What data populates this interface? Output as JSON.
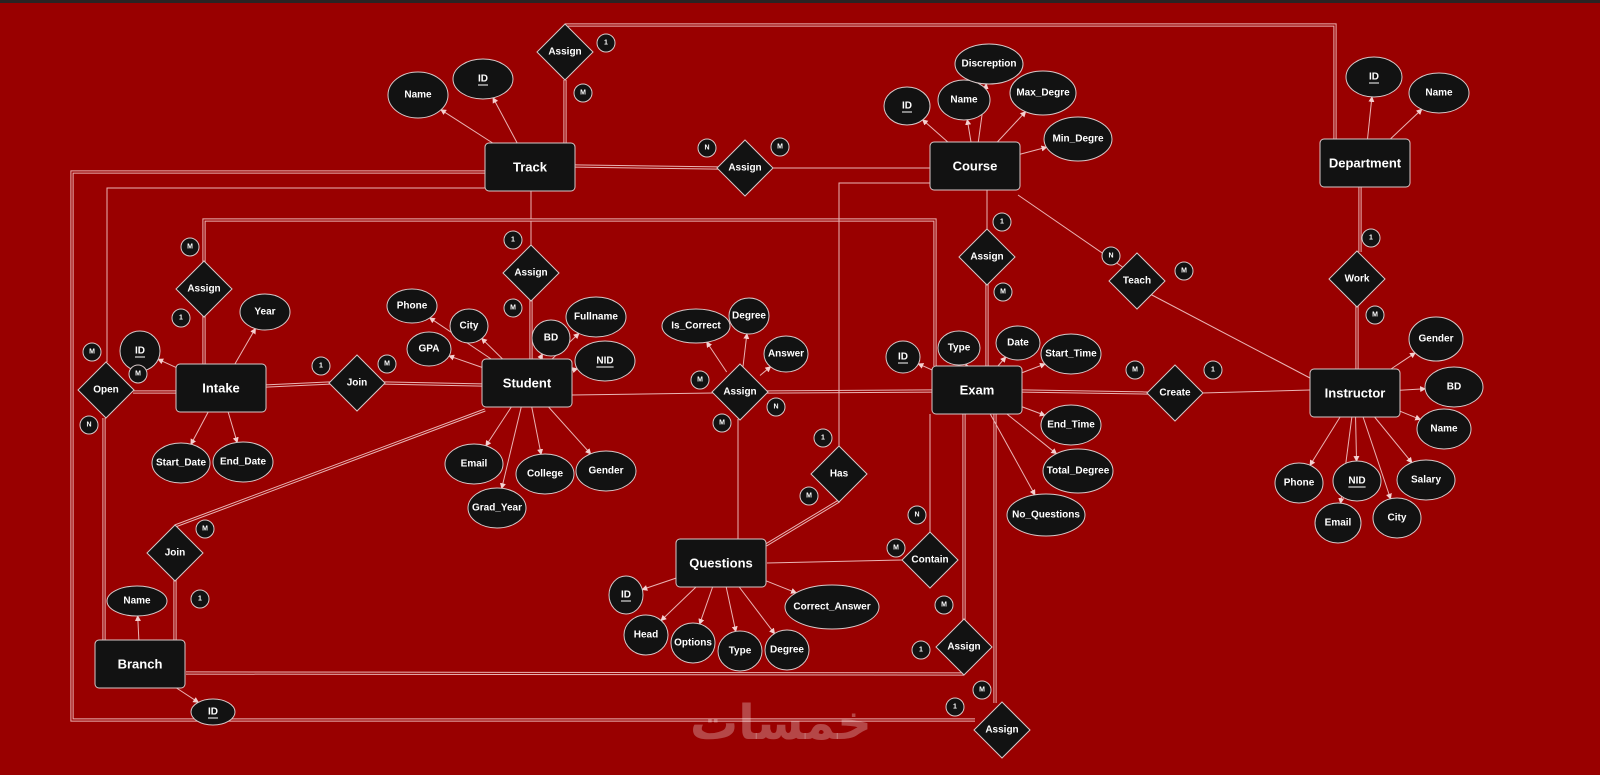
{
  "diagram_title": "",
  "watermark": "خمسات",
  "colors": {
    "background": "#990000",
    "shape_fill": "#121212",
    "line": "#eab4b4"
  },
  "entities": [
    {
      "id": "track",
      "label": "Track"
    },
    {
      "id": "course",
      "label": "Course"
    },
    {
      "id": "department",
      "label": "Department"
    },
    {
      "id": "intake",
      "label": "Intake"
    },
    {
      "id": "student",
      "label": "Student"
    },
    {
      "id": "exam",
      "label": "Exam"
    },
    {
      "id": "instructor",
      "label": "Instructor"
    },
    {
      "id": "questions",
      "label": "Questions"
    },
    {
      "id": "branch",
      "label": "Branch"
    }
  ],
  "relationships": [
    {
      "id": "track_dept",
      "label": "Assign",
      "cards": [
        "1",
        "M"
      ]
    },
    {
      "id": "track_course",
      "label": "Assign",
      "cards": [
        "N",
        "M"
      ]
    },
    {
      "id": "track_student",
      "label": "Assign",
      "cards": [
        "1",
        "M"
      ]
    },
    {
      "id": "intake_exam",
      "label": "Assign",
      "cards": [
        "M",
        "1"
      ]
    },
    {
      "id": "open",
      "label": "Open",
      "cards": [
        "M",
        "M",
        "N"
      ]
    },
    {
      "id": "join_intake",
      "label": "Join",
      "cards": [
        "1",
        "M"
      ]
    },
    {
      "id": "join_branch",
      "label": "Join",
      "cards": [
        "M",
        "1"
      ]
    },
    {
      "id": "student_exam",
      "label": "Assign",
      "cards": [
        "M",
        "N",
        "M"
      ]
    },
    {
      "id": "has",
      "label": "Has",
      "cards": [
        "1",
        "M"
      ]
    },
    {
      "id": "course_exam",
      "label": "Assign",
      "cards": [
        "1",
        "M"
      ]
    },
    {
      "id": "teach",
      "label": "Teach",
      "cards": [
        "N",
        "M"
      ]
    },
    {
      "id": "work",
      "label": "Work",
      "cards": [
        "1",
        "M"
      ]
    },
    {
      "id": "create",
      "label": "Create",
      "cards": [
        "M",
        "1"
      ]
    },
    {
      "id": "contain",
      "label": "Contain",
      "cards": [
        "N",
        "M"
      ]
    },
    {
      "id": "exam_branch",
      "label": "Assign",
      "cards": [
        "M",
        "1"
      ]
    },
    {
      "id": "exam_track",
      "label": "Assign",
      "cards": [
        "M",
        "1"
      ]
    }
  ],
  "attributes": [
    {
      "id": "track_name",
      "owner": "track",
      "label": "Name",
      "key": false
    },
    {
      "id": "track_id",
      "owner": "track",
      "label": "ID",
      "key": true
    },
    {
      "id": "course_id",
      "owner": "course",
      "label": "ID",
      "key": true
    },
    {
      "id": "course_name",
      "owner": "course",
      "label": "Name",
      "key": false
    },
    {
      "id": "course_desc",
      "owner": "course",
      "label": "Discreption",
      "key": false
    },
    {
      "id": "course_max",
      "owner": "course",
      "label": "Max_Degre",
      "key": false
    },
    {
      "id": "course_min",
      "owner": "course",
      "label": "Min_Degre",
      "key": false
    },
    {
      "id": "dept_id",
      "owner": "department",
      "label": "ID",
      "key": true
    },
    {
      "id": "dept_name",
      "owner": "department",
      "label": "Name",
      "key": false
    },
    {
      "id": "intake_id",
      "owner": "intake",
      "label": "ID",
      "key": true
    },
    {
      "id": "intake_year",
      "owner": "intake",
      "label": "Year",
      "key": false
    },
    {
      "id": "intake_start",
      "owner": "intake",
      "label": "Start_Date",
      "key": false
    },
    {
      "id": "intake_end",
      "owner": "intake",
      "label": "End_Date",
      "key": false
    },
    {
      "id": "st_phone",
      "owner": "student",
      "label": "Phone",
      "key": false
    },
    {
      "id": "st_city",
      "owner": "student",
      "label": "City",
      "key": false
    },
    {
      "id": "st_gpa",
      "owner": "student",
      "label": "GPA",
      "key": false
    },
    {
      "id": "st_bd",
      "owner": "student",
      "label": "BD",
      "key": false
    },
    {
      "id": "st_fullname",
      "owner": "student",
      "label": "Fullname",
      "key": false
    },
    {
      "id": "st_nid",
      "owner": "student",
      "label": "NID",
      "key": true
    },
    {
      "id": "st_email",
      "owner": "student",
      "label": "Email",
      "key": false
    },
    {
      "id": "st_grad",
      "owner": "student",
      "label": "Grad_Year",
      "key": false
    },
    {
      "id": "st_college",
      "owner": "student",
      "label": "College",
      "key": false
    },
    {
      "id": "st_gender",
      "owner": "student",
      "label": "Gender",
      "key": false
    },
    {
      "id": "sa_correct",
      "owner": "student_exam",
      "label": "Is_Correct",
      "key": false
    },
    {
      "id": "sa_degree",
      "owner": "student_exam",
      "label": "Degree",
      "key": false
    },
    {
      "id": "sa_answer",
      "owner": "student_exam",
      "label": "Answer",
      "key": false
    },
    {
      "id": "ex_id",
      "owner": "exam",
      "label": "ID",
      "key": true
    },
    {
      "id": "ex_type",
      "owner": "exam",
      "label": "Type",
      "key": false
    },
    {
      "id": "ex_date",
      "owner": "exam",
      "label": "Date",
      "key": false
    },
    {
      "id": "ex_start",
      "owner": "exam",
      "label": "Start_Time",
      "key": false
    },
    {
      "id": "ex_end",
      "owner": "exam",
      "label": "End_Time",
      "key": false
    },
    {
      "id": "ex_total",
      "owner": "exam",
      "label": "Total_Degree",
      "key": false
    },
    {
      "id": "ex_noq",
      "owner": "exam",
      "label": "No_Questions",
      "key": false
    },
    {
      "id": "in_gender",
      "owner": "instructor",
      "label": "Gender",
      "key": false
    },
    {
      "id": "in_bd",
      "owner": "instructor",
      "label": "BD",
      "key": false
    },
    {
      "id": "in_name",
      "owner": "instructor",
      "label": "Name",
      "key": false
    },
    {
      "id": "in_salary",
      "owner": "instructor",
      "label": "Salary",
      "key": false
    },
    {
      "id": "in_city",
      "owner": "instructor",
      "label": "City",
      "key": false
    },
    {
      "id": "in_nid",
      "owner": "instructor",
      "label": "NID",
      "key": true
    },
    {
      "id": "in_email",
      "owner": "instructor",
      "label": "Email",
      "key": false
    },
    {
      "id": "in_phone",
      "owner": "instructor",
      "label": "Phone",
      "key": false
    },
    {
      "id": "q_id",
      "owner": "questions",
      "label": "ID",
      "key": true
    },
    {
      "id": "q_head",
      "owner": "questions",
      "label": "Head",
      "key": false
    },
    {
      "id": "q_options",
      "owner": "questions",
      "label": "Options",
      "key": false
    },
    {
      "id": "q_type",
      "owner": "questions",
      "label": "Type",
      "key": false
    },
    {
      "id": "q_degree",
      "owner": "questions",
      "label": "Degree",
      "key": false
    },
    {
      "id": "q_correct",
      "owner": "questions",
      "label": "Correct_Answer",
      "key": false
    },
    {
      "id": "br_name",
      "owner": "branch",
      "label": "Name",
      "key": false
    },
    {
      "id": "br_id",
      "owner": "branch",
      "label": "ID",
      "key": true
    }
  ]
}
